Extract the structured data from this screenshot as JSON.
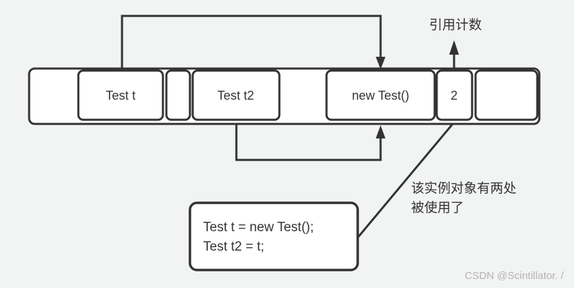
{
  "colors": {
    "background": "#f2f3f3",
    "line": "#333333",
    "text": "#333333",
    "box_fill": "#ffffff",
    "watermark": "#b3b3b3"
  },
  "diagram": {
    "title_label": "引用计数",
    "stack_cells": [
      {
        "label": "Test t"
      },
      {
        "label": ""
      },
      {
        "label": "Test t2"
      },
      {
        "label": "new Test()"
      },
      {
        "label": "2"
      },
      {
        "label": ""
      }
    ],
    "code_box": {
      "line1": "Test t = new Test();",
      "line2": "Test t2 = t;"
    },
    "annotation": {
      "line1": "该实例对象有两处",
      "line2": "被使用了"
    },
    "watermark": "CSDN @Scintillator.  /"
  }
}
